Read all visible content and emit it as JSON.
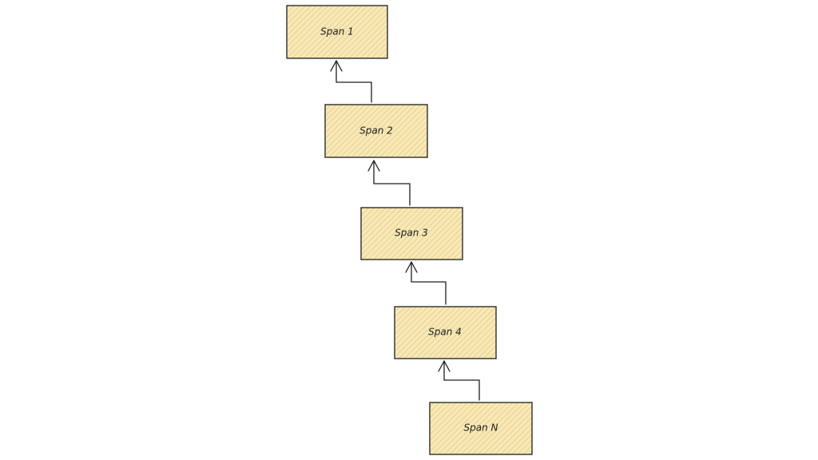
{
  "diagram": {
    "colors": {
      "fill": "#f5e4ac",
      "hatch": "#e8c97a",
      "stroke": "#1e1e1e"
    },
    "nodes": [
      {
        "id": "span-1",
        "label": "Span 1"
      },
      {
        "id": "span-2",
        "label": "Span 2"
      },
      {
        "id": "span-3",
        "label": "Span 3"
      },
      {
        "id": "span-4",
        "label": "Span 4"
      },
      {
        "id": "span-n",
        "label": "Span N"
      }
    ],
    "edges": [
      {
        "from": "span-2",
        "to": "span-1"
      },
      {
        "from": "span-3",
        "to": "span-2"
      },
      {
        "from": "span-4",
        "to": "span-3"
      },
      {
        "from": "span-n",
        "to": "span-4"
      }
    ]
  }
}
